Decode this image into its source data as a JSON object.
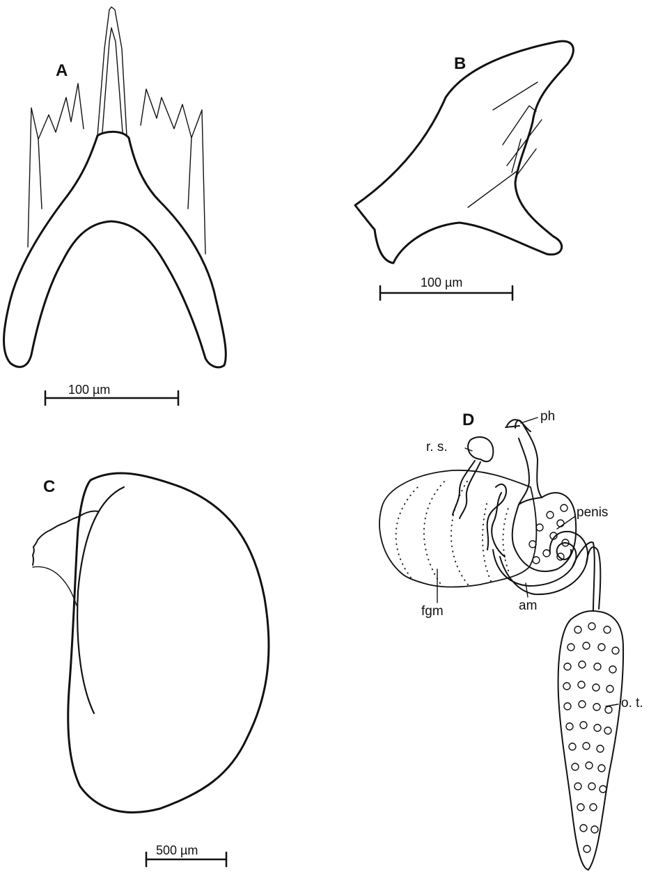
{
  "figure": {
    "panels": {
      "a": "A",
      "b": "B",
      "c": "C",
      "d": "D"
    },
    "scale_bars": {
      "a": "100 µm",
      "b": "100 µm",
      "c": "500 µm"
    },
    "annotations": {
      "ph": "ph",
      "rs": "r. s.",
      "penis": "penis",
      "fgm": "fgm",
      "am": "am",
      "ot": "o. t."
    }
  }
}
